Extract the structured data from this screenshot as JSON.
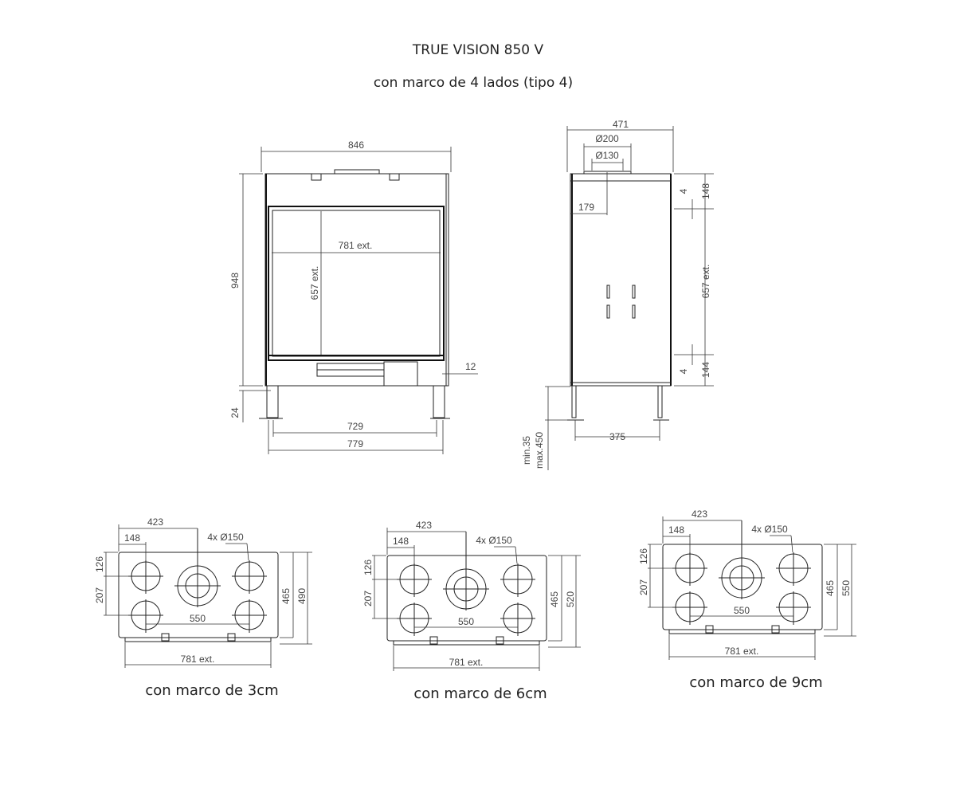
{
  "title": "TRUE VISION 850 V",
  "subtitle": "con marco de 4 lados (tipo 4)",
  "front_view": {
    "width": "846",
    "height": "948",
    "leg_gap": "24",
    "glass_width": "781 ext.",
    "glass_height": "657 ext.",
    "frame": "12",
    "legs_inner": "729",
    "legs_outer": "779"
  },
  "side_view": {
    "depth": "471",
    "flue_outer": "Ø200",
    "flue_inner": "Ø130",
    "flue_offset": "179",
    "top_rail": "148",
    "top_gap": "4",
    "glass_height": "657 ext.",
    "bottom_rail": "144",
    "bottom_gap": "4",
    "legs_spacing": "375",
    "leg_min": "min.35",
    "leg_max": "max.450"
  },
  "plan_views": [
    {
      "caption": "con marco de 3cm",
      "d423": "423",
      "d148": "148",
      "holes": "4x Ø150",
      "d126": "126",
      "d207": "207",
      "d550": "550",
      "d465": "465",
      "outer": "490",
      "ext": "781 ext."
    },
    {
      "caption": "con marco de 6cm",
      "d423": "423",
      "d148": "148",
      "holes": "4x Ø150",
      "d126": "126",
      "d207": "207",
      "d550": "550",
      "d465": "465",
      "outer": "520",
      "ext": "781 ext."
    },
    {
      "caption": "con marco de 9cm",
      "d423": "423",
      "d148": "148",
      "holes": "4x Ø150",
      "d126": "126",
      "d207": "207",
      "d550": "550",
      "d465": "465",
      "outer": "550",
      "ext": "781 ext."
    }
  ]
}
